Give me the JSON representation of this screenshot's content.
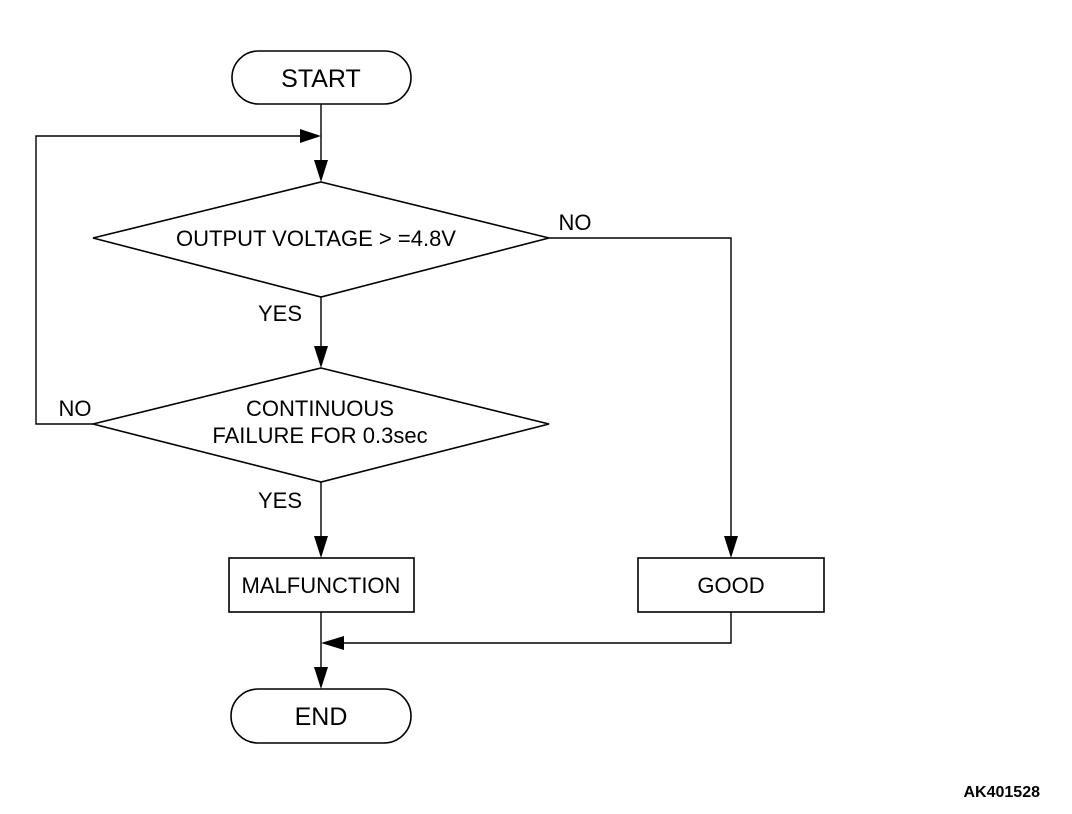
{
  "flowchart": {
    "start": "START",
    "decision_voltage": "OUTPUT VOLTAGE > =4.8V",
    "decision_continuous_line1": "CONTINUOUS",
    "decision_continuous_line2": "FAILURE FOR 0.3sec",
    "malfunction": "MALFUNCTION",
    "good": "GOOD",
    "end": "END",
    "yes_label_1": "YES",
    "yes_label_2": "YES",
    "no_label_1": "NO",
    "no_label_2": "NO",
    "reference_code": "AK401528"
  }
}
